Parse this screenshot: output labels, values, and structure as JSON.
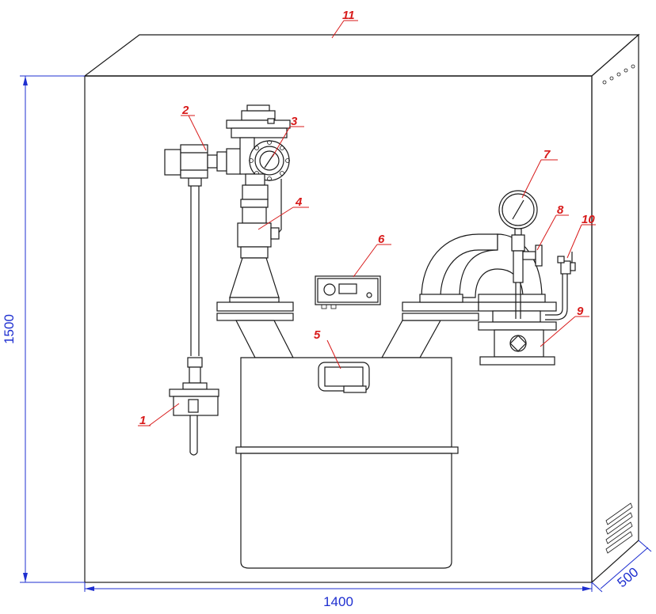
{
  "dimensions": {
    "width": "1400",
    "height": "1500",
    "depth": "500"
  },
  "labels": [
    "1",
    "2",
    "3",
    "4",
    "5",
    "6",
    "7",
    "8",
    "9",
    "10",
    "11"
  ],
  "colors": {
    "dimension": "#1e2fd0",
    "leader": "#d81a1a",
    "outline": "#1a1a1a"
  }
}
